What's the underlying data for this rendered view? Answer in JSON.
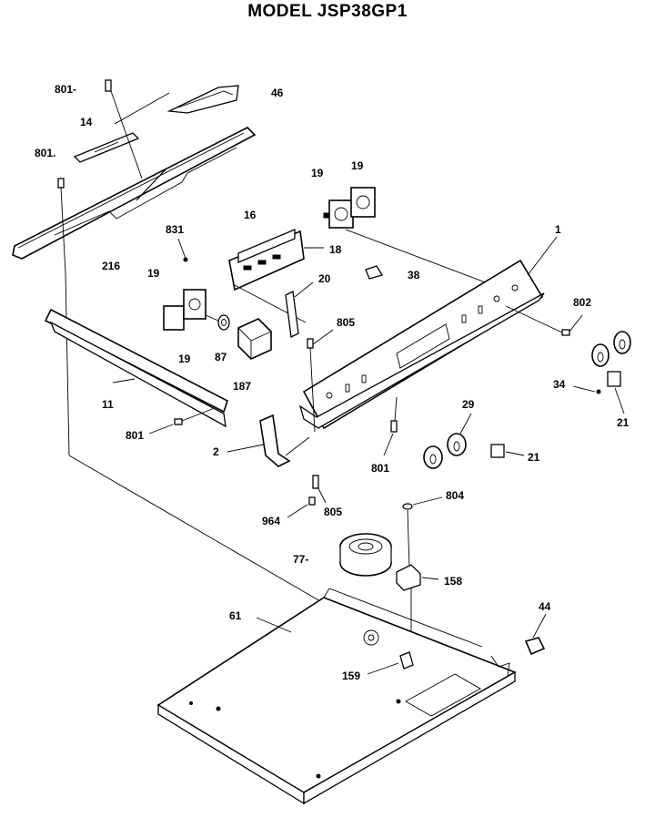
{
  "title": "MODEL JSP38GP1",
  "callouts": {
    "c801a": "801-",
    "c46": "46",
    "c14": "14",
    "c801b": "801.",
    "c19a": "19",
    "c19b": "19",
    "c16": "16",
    "c831": "831",
    "c18": "18",
    "c1": "1",
    "c216": "216",
    "c38": "38",
    "c19c": "19",
    "c20": "20",
    "c802": "802",
    "c805a": "805",
    "c19d": "19",
    "c87": "87",
    "c187": "187",
    "c11": "11",
    "c34": "34",
    "c21a": "21",
    "c29": "29",
    "c801c": "801",
    "c2": "2",
    "c801d": "801",
    "c21b": "21",
    "c804": "804",
    "c964": "964",
    "c805b": "805",
    "c77": "77-",
    "c158": "158",
    "c61": "61",
    "c44": "44",
    "c159": "159"
  },
  "colors": {
    "line": "#000000",
    "paper": "#ffffff"
  }
}
